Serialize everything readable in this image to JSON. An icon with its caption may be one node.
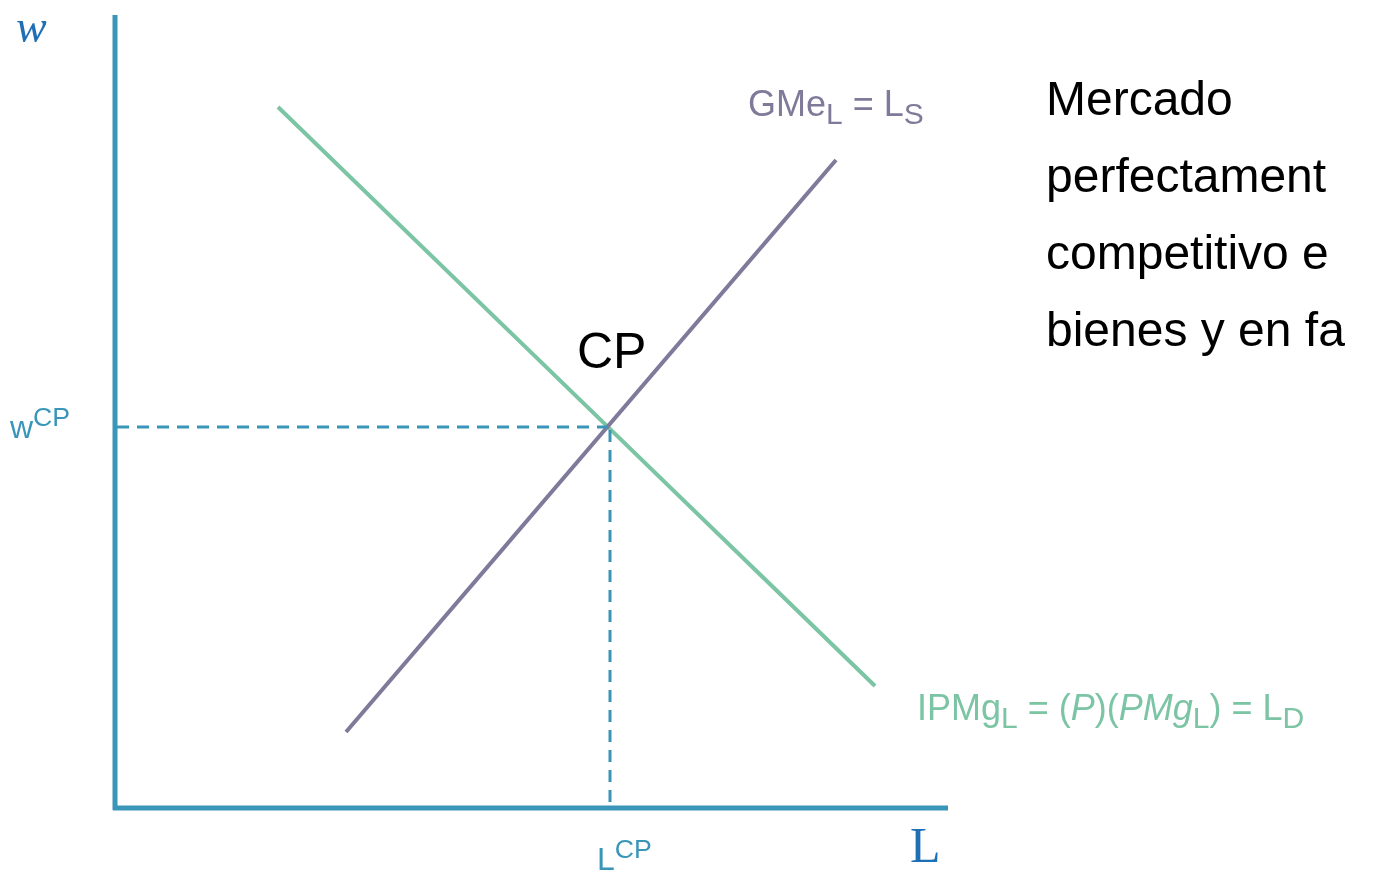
{
  "diagram": {
    "title": "Mercado perfectament competitivo e bienes y en fa",
    "labels": [
      "w",
      "w$^{CP}$",
      "CP",
      "GMe$_{L}$ = L$_{S}$",
      "IPMg$_{L}$ = (*P*)(*PMg*$_{L}$) = L$_{D}$",
      "L$^{CP}$",
      "L"
    ]
  }
}
